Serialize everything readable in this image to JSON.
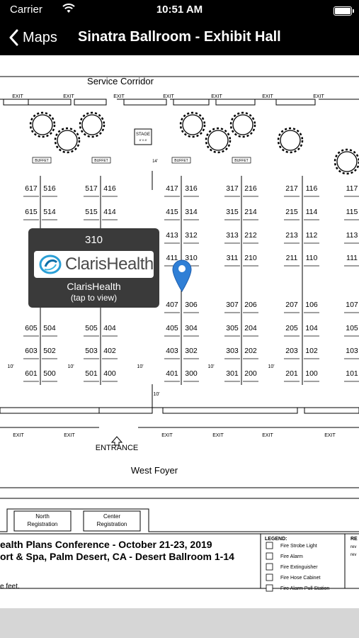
{
  "status": {
    "carrier": "Carrier",
    "time": "10:51 AM"
  },
  "nav": {
    "back_label": "Maps",
    "title": "Sinatra Ballroom - Exhibit Hall"
  },
  "map": {
    "service_corridor": "Service Corridor",
    "exit": "EXIT",
    "stage": "STAGE",
    "stage_size": "8' X 8'",
    "buffet": "BUFFET",
    "aisle": "10'",
    "aisle14": "14'",
    "entrance": "ENTRANCE",
    "west_foyer": "West Foyer",
    "north_reg": [
      "North",
      "Registration"
    ],
    "center_reg": [
      "Center",
      "Registration"
    ],
    "conf_line1": "ealth Plans Conference - October 21-23, 2019",
    "conf_line2": "ort & Spa, Palm Desert, CA - Desert Ballroom 1-14",
    "conf_line3": "e feet.",
    "legend_title": "LEGEND:",
    "legend": [
      "Fire Strobe Light",
      "Fire Alarm",
      "Fire Extinguisher",
      "Fire Hose Cabinet",
      "Fire Alarm Pull Station"
    ],
    "re_title": "RE",
    "re_lines": [
      "rev",
      "rev"
    ],
    "booths": [
      [
        "617",
        "516",
        "517",
        "416",
        "417",
        "316",
        "317",
        "216",
        "217",
        "116",
        "117"
      ],
      [
        "615",
        "514",
        "515",
        "414",
        "415",
        "314",
        "315",
        "214",
        "215",
        "114",
        "115"
      ],
      [
        "",
        "",
        "",
        "",
        "413",
        "312",
        "313",
        "212",
        "213",
        "112",
        "113"
      ],
      [
        "",
        "",
        "",
        "",
        "411",
        "310",
        "311",
        "210",
        "211",
        "110",
        "111"
      ],
      [
        "",
        "",
        "",
        "",
        "407",
        "306",
        "307",
        "206",
        "207",
        "106",
        "107"
      ],
      [
        "605",
        "504",
        "505",
        "404",
        "405",
        "304",
        "305",
        "204",
        "205",
        "104",
        "105"
      ],
      [
        "603",
        "502",
        "503",
        "402",
        "403",
        "302",
        "303",
        "202",
        "203",
        "102",
        "103"
      ],
      [
        "601",
        "500",
        "501",
        "400",
        "401",
        "300",
        "301",
        "200",
        "201",
        "100",
        "101"
      ]
    ]
  },
  "callout": {
    "booth": "310",
    "logo_text": "ClarisHealth",
    "name": "ClarisHealth",
    "hint": "(tap to view)"
  }
}
